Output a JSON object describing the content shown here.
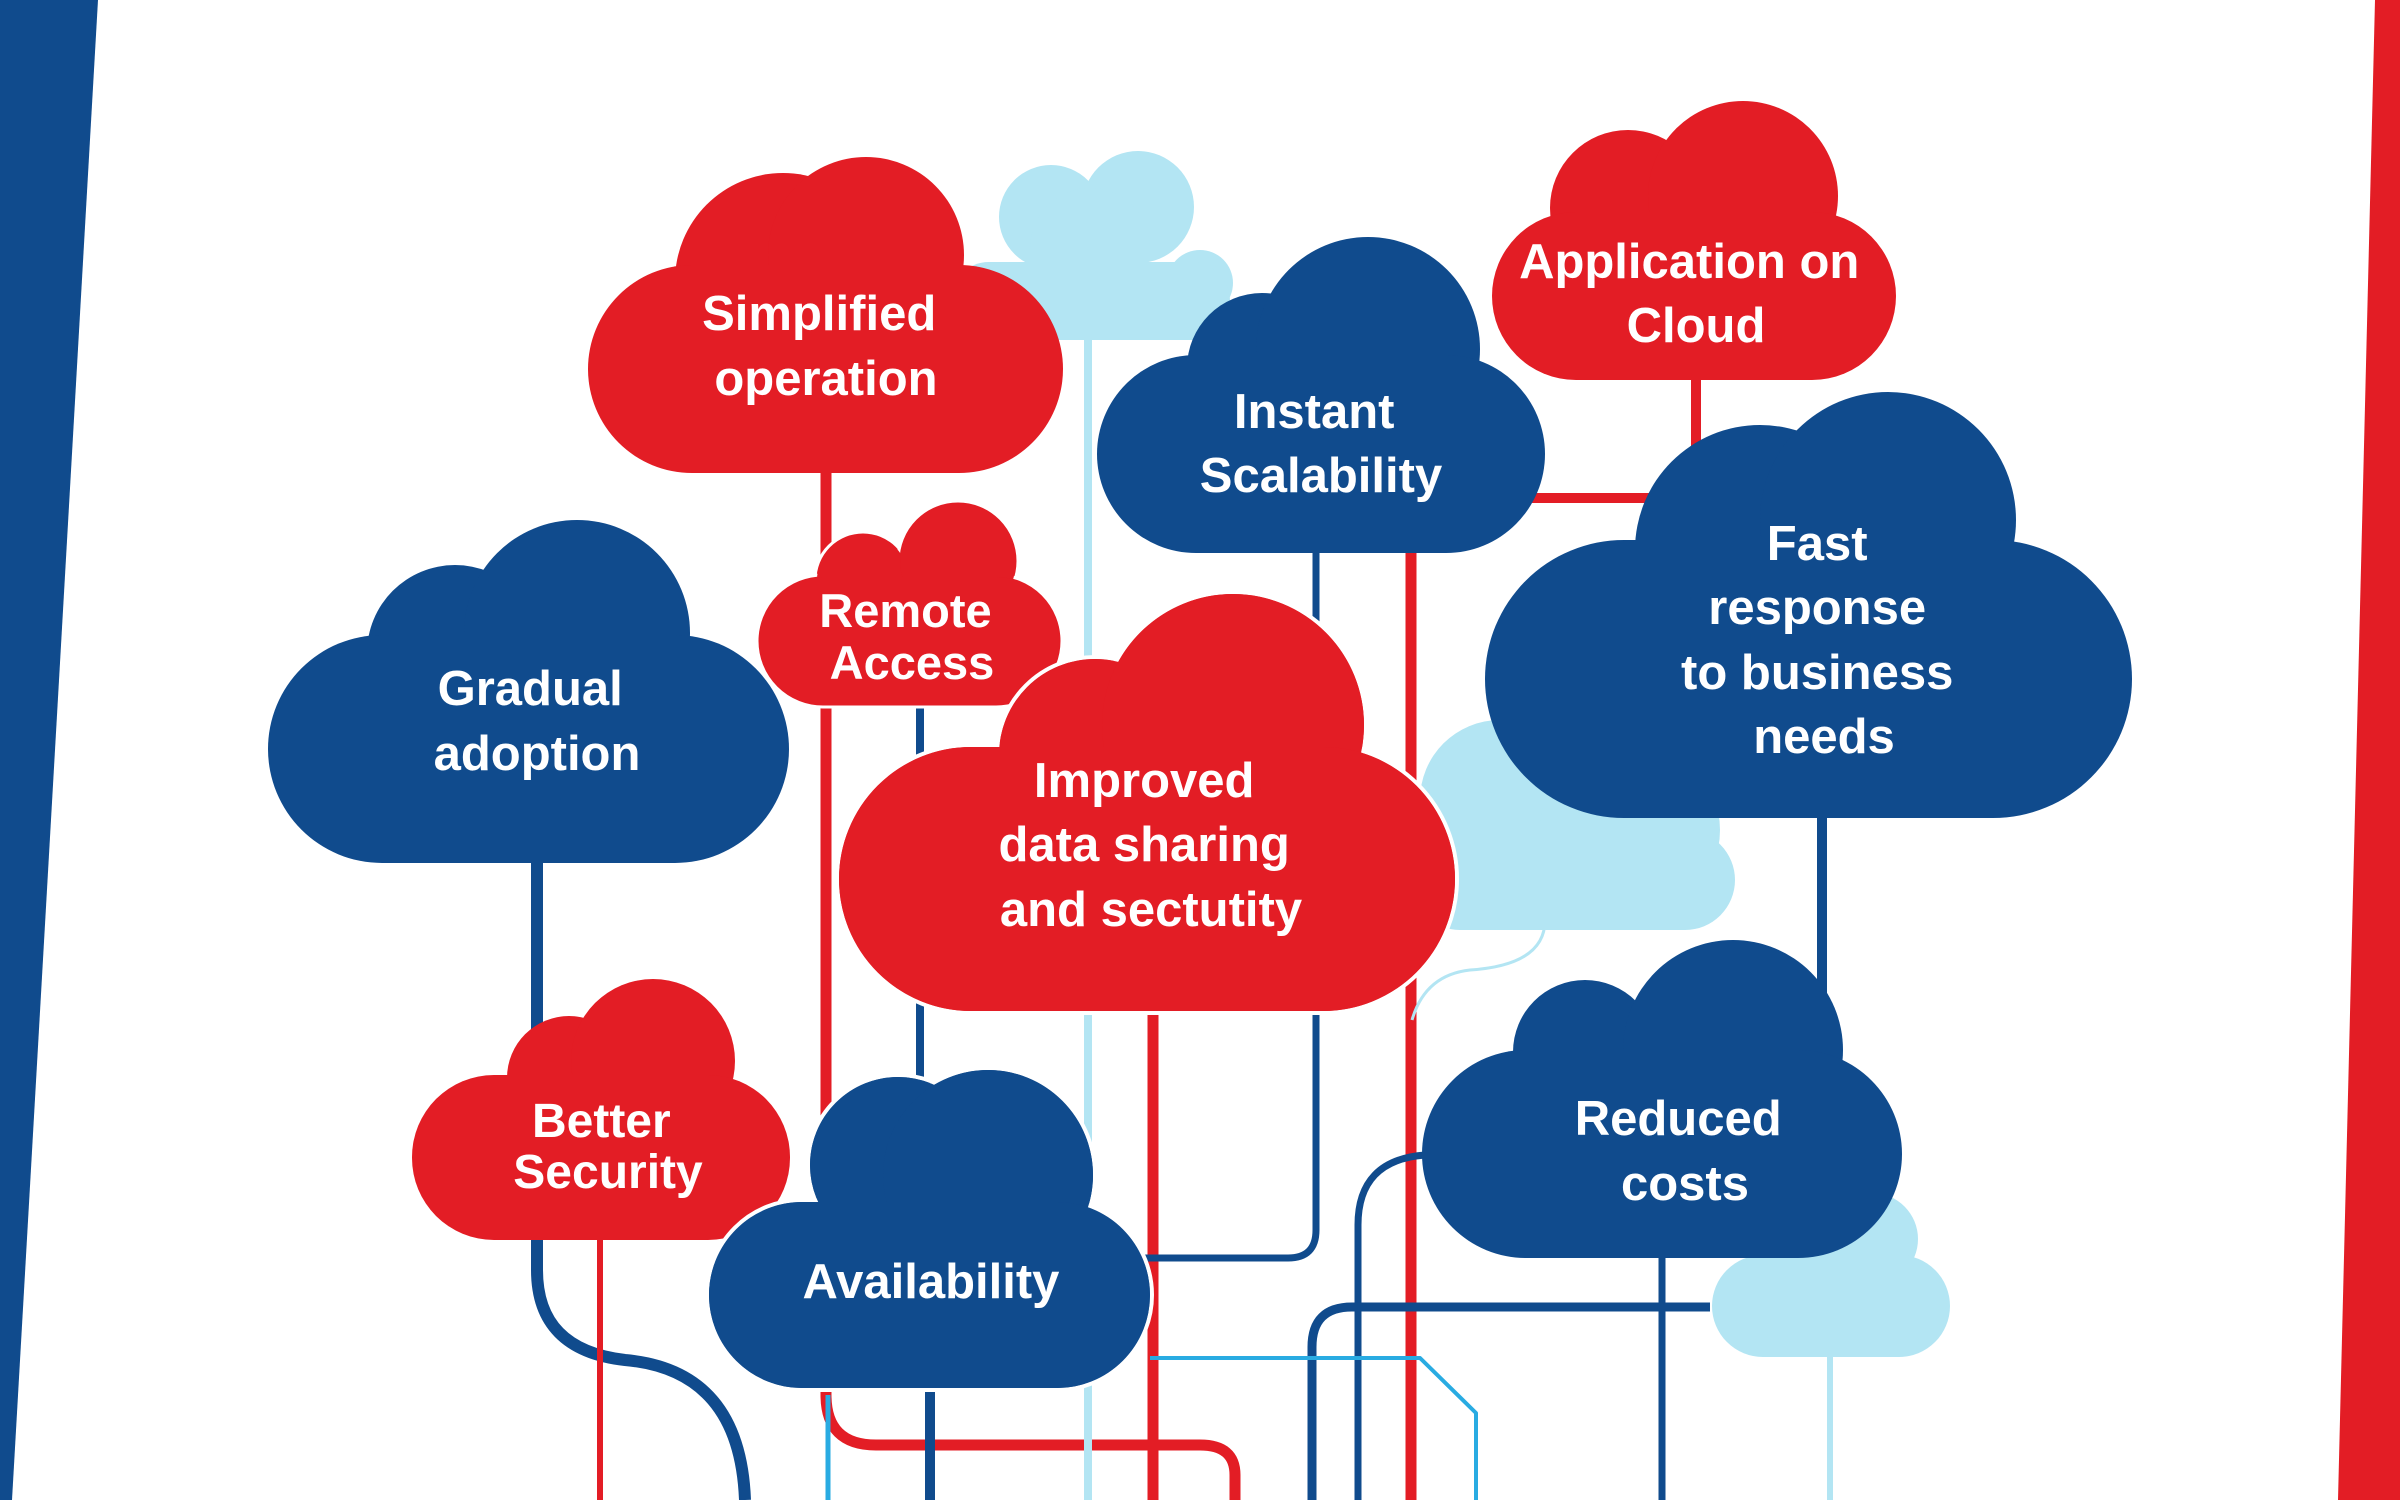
{
  "colors": {
    "red": "#e31d25",
    "blue": "#104b8d",
    "lightblue": "#b3e5f3",
    "cyan": "#29abe2",
    "background": "#ffffff"
  },
  "clouds": [
    {
      "id": "simplified-operation",
      "lines": [
        "Simplified",
        "operation"
      ]
    },
    {
      "id": "application-on-cloud",
      "lines": [
        "Application on",
        "Cloud"
      ]
    },
    {
      "id": "instant-scalability",
      "lines": [
        "Instant",
        "Scalability"
      ]
    },
    {
      "id": "remote-access",
      "lines": [
        "Remote",
        "Access"
      ]
    },
    {
      "id": "gradual-adoption",
      "lines": [
        "Gradual",
        "adoption"
      ]
    },
    {
      "id": "fast-response",
      "lines": [
        "Fast",
        "response",
        "to business",
        "needs"
      ]
    },
    {
      "id": "improved-data-sharing",
      "lines": [
        "Improved",
        "data sharing",
        "and sectutity"
      ]
    },
    {
      "id": "better-security",
      "lines": [
        "Better",
        "Security"
      ]
    },
    {
      "id": "availability",
      "lines": [
        "Availability"
      ]
    },
    {
      "id": "reduced-costs",
      "lines": [
        "Reduced",
        "costs"
      ]
    }
  ]
}
